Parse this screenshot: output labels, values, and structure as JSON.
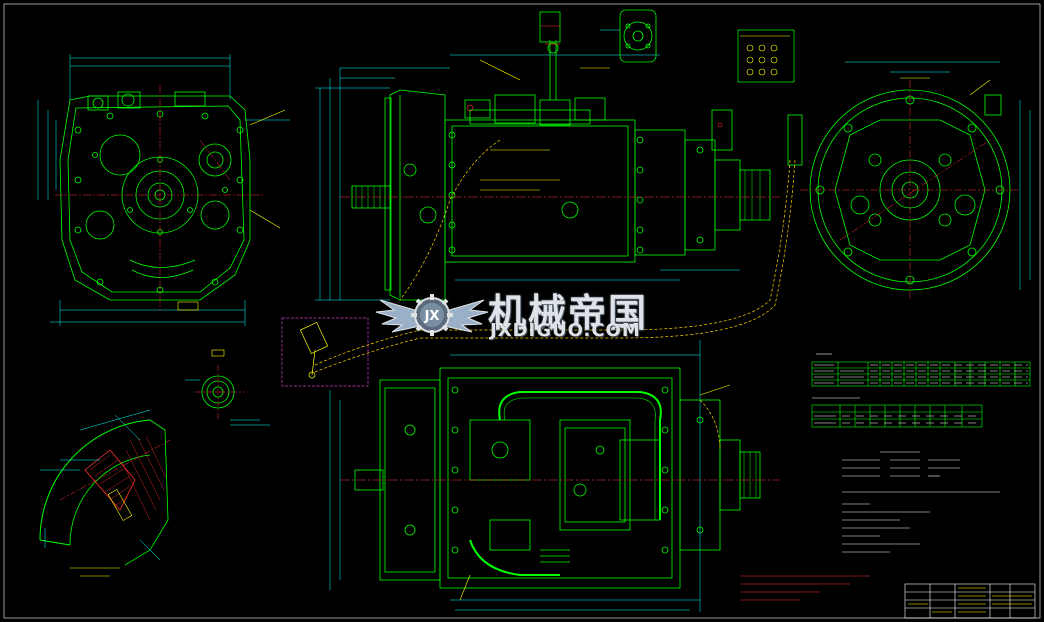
{
  "drawing": {
    "background_color": "#000000",
    "line_colors": {
      "outline": "#00ff00",
      "dimension": "#00ffff",
      "yellow": "#ffff00",
      "hidden": "#ffd700",
      "center": "#ff3030",
      "magenta": "#d040d0",
      "white": "#ffffff"
    }
  },
  "watermark": {
    "brand_cn": "机械帝国",
    "brand_en": "JXDIGUO.COM",
    "emblem_letters": "JX"
  },
  "views": [
    {
      "name": "left-end-view",
      "kind": "gearbox-rear-face"
    },
    {
      "name": "top-side-view",
      "kind": "transmission-side-elevation"
    },
    {
      "name": "right-end-view",
      "kind": "bell-housing-circular"
    },
    {
      "name": "bottom-plan-view",
      "kind": "transmission-plan"
    },
    {
      "name": "detail-section",
      "kind": "partial-circular-section"
    },
    {
      "name": "spline-detail",
      "kind": "spline-section"
    },
    {
      "name": "magenta-detail-box",
      "kind": "shift-lever-detail"
    }
  ],
  "tables": {
    "spec_table": {
      "rows": 4,
      "cols": 12
    },
    "ratio_table": {
      "rows": 3,
      "cols": 10
    },
    "title_block": {
      "rows": 5,
      "cols": 6
    }
  },
  "icons": [
    "winged-emblem-icon",
    "gear-emblem-icon"
  ]
}
